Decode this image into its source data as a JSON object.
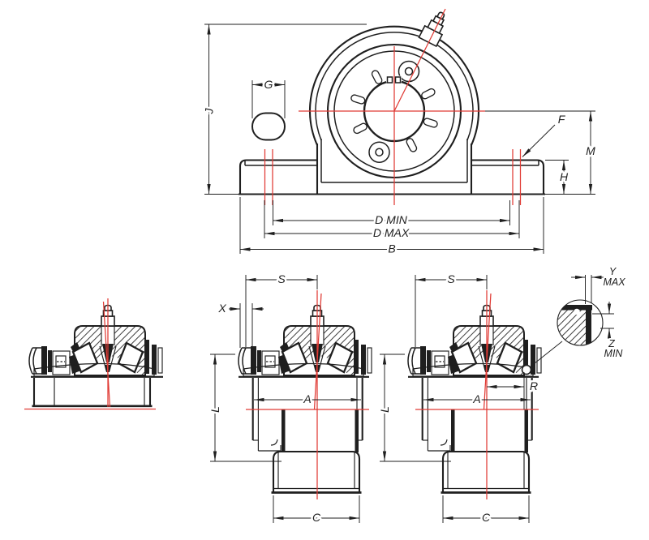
{
  "drawing": {
    "type": "bearing-housing-dimensional-drawing",
    "labels": {
      "front": {
        "j": "J",
        "g": "G",
        "f": "F",
        "m": "M",
        "h": "H",
        "d_min": "D MIN",
        "d_max": "D MAX",
        "b": "B"
      },
      "middle": {
        "s": "S",
        "x": "X",
        "a": "A",
        "l": "L",
        "c": "C"
      },
      "right": {
        "s": "S",
        "a": "A",
        "l": "L",
        "c": "C",
        "r": "R",
        "y": "Y",
        "y_qual": "MAX",
        "z": "Z",
        "z_qual": "MIN"
      }
    },
    "colors": {
      "line": "#1f1f1f",
      "centerline": "#e03a34",
      "hatch": "#404040",
      "background": "#ffffff"
    }
  }
}
